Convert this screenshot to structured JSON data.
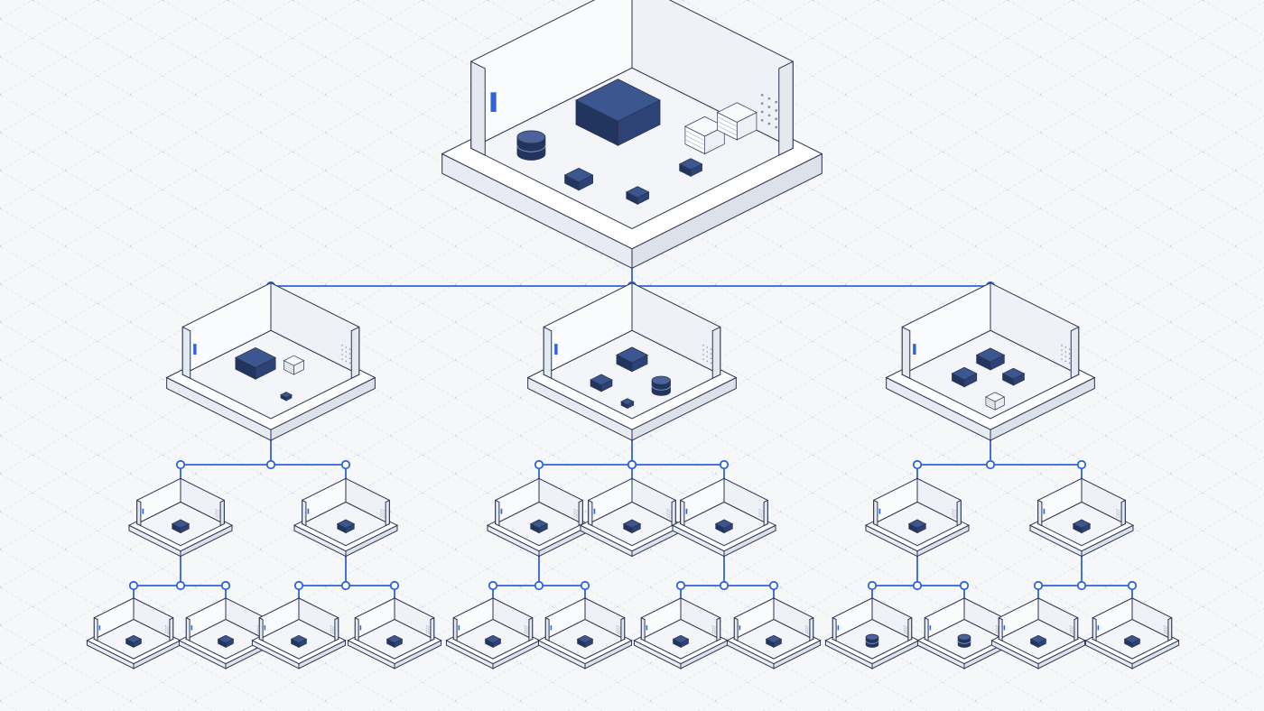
{
  "title": "",
  "colors": {
    "background": "#f6f7f9",
    "grid": "#e3e6ec",
    "connector": "#2f64d6",
    "outline": "#2a3550",
    "box_fill": "#22355f",
    "platform_top": "#ffffff",
    "platform_side": "#e8ebf1"
  },
  "diagram": {
    "type": "hierarchy",
    "nodes": [
      {
        "id": "root",
        "tier": "root",
        "icon": "large-server-room-icon",
        "parent": null
      },
      {
        "id": "region-left",
        "tier": "region",
        "icon": "server-room-icon",
        "parent": "root"
      },
      {
        "id": "region-center",
        "tier": "region",
        "icon": "server-room-icon",
        "parent": "root"
      },
      {
        "id": "region-right",
        "tier": "region",
        "icon": "server-room-icon",
        "parent": "root"
      },
      {
        "id": "mid-1",
        "tier": "mid",
        "icon": "server-cube-icon",
        "parent": "region-left"
      },
      {
        "id": "mid-2",
        "tier": "mid",
        "icon": "server-cube-icon",
        "parent": "region-left"
      },
      {
        "id": "mid-3",
        "tier": "mid",
        "icon": "server-cube-icon",
        "parent": "region-center"
      },
      {
        "id": "mid-4",
        "tier": "mid",
        "icon": "server-cube-icon",
        "parent": "region-center"
      },
      {
        "id": "mid-5",
        "tier": "mid",
        "icon": "server-cube-icon",
        "parent": "region-center"
      },
      {
        "id": "mid-6",
        "tier": "mid",
        "icon": "server-cube-icon",
        "parent": "region-right"
      },
      {
        "id": "mid-7",
        "tier": "mid",
        "icon": "server-cube-icon",
        "parent": "region-right"
      },
      {
        "id": "leaf-1",
        "tier": "leaf",
        "icon": "server-cube-icon",
        "parent": "mid-1"
      },
      {
        "id": "leaf-2",
        "tier": "leaf",
        "icon": "server-cube-icon",
        "parent": "mid-1"
      },
      {
        "id": "leaf-3",
        "tier": "leaf",
        "icon": "server-cube-icon",
        "parent": "mid-2"
      },
      {
        "id": "leaf-4",
        "tier": "leaf",
        "icon": "server-cube-icon",
        "parent": "mid-2"
      },
      {
        "id": "leaf-5",
        "tier": "leaf",
        "icon": "server-cube-icon",
        "parent": "mid-3"
      },
      {
        "id": "leaf-6",
        "tier": "leaf",
        "icon": "server-cube-icon",
        "parent": "mid-3"
      },
      {
        "id": "leaf-7",
        "tier": "leaf",
        "icon": "server-cube-icon",
        "parent": "mid-5"
      },
      {
        "id": "leaf-8",
        "tier": "leaf",
        "icon": "server-cube-icon",
        "parent": "mid-5"
      },
      {
        "id": "leaf-9",
        "tier": "leaf",
        "icon": "database-cylinder-icon",
        "parent": "mid-6"
      },
      {
        "id": "leaf-10",
        "tier": "leaf",
        "icon": "database-cylinder-icon",
        "parent": "mid-6"
      },
      {
        "id": "leaf-11",
        "tier": "leaf",
        "icon": "server-cube-icon",
        "parent": "mid-7"
      },
      {
        "id": "leaf-12",
        "tier": "leaf",
        "icon": "server-cube-icon",
        "parent": "mid-7"
      }
    ]
  }
}
